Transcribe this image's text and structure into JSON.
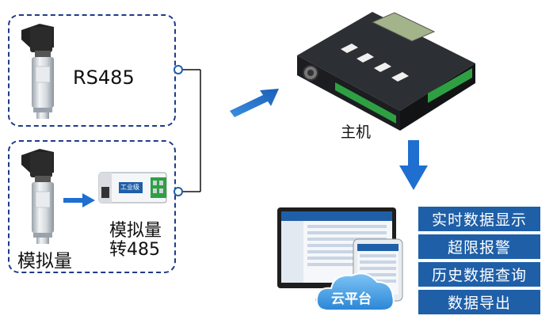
{
  "sensor_rs485": {
    "label": "RS485"
  },
  "sensor_analog": {
    "label": "模拟量"
  },
  "converter": {
    "label_line1": "模拟量",
    "label_line2": "转485",
    "module_text": "工业级"
  },
  "host": {
    "label": "主机"
  },
  "cloud": {
    "label": "云平台"
  },
  "features": [
    "实时数据显示",
    "超限报警",
    "历史数据查询",
    "数据导出"
  ],
  "colors": {
    "accent": "#1f5fa8",
    "dashed_border": "#1f3a8a",
    "arrow": "#1f6fd1"
  }
}
